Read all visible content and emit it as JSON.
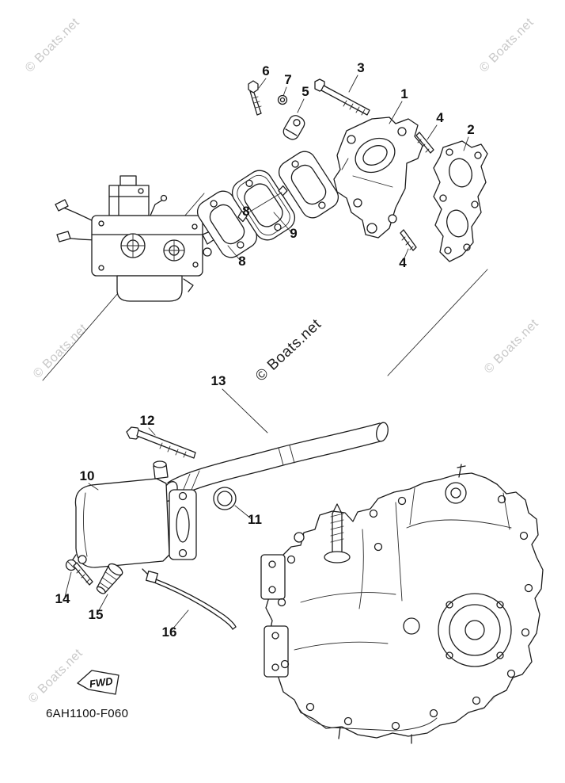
{
  "diagram": {
    "watermark": "© Boats.net",
    "code": "6AH1100-F060",
    "fwd_label": "FWD",
    "line_color": "#1c1c1c",
    "watermark_color": "#c9c9c9",
    "callouts": [
      "1",
      "2",
      "3",
      "4",
      "4",
      "5",
      "6",
      "7",
      "8",
      "8",
      "9",
      "10",
      "11",
      "12",
      "13",
      "14",
      "15",
      "16"
    ]
  }
}
